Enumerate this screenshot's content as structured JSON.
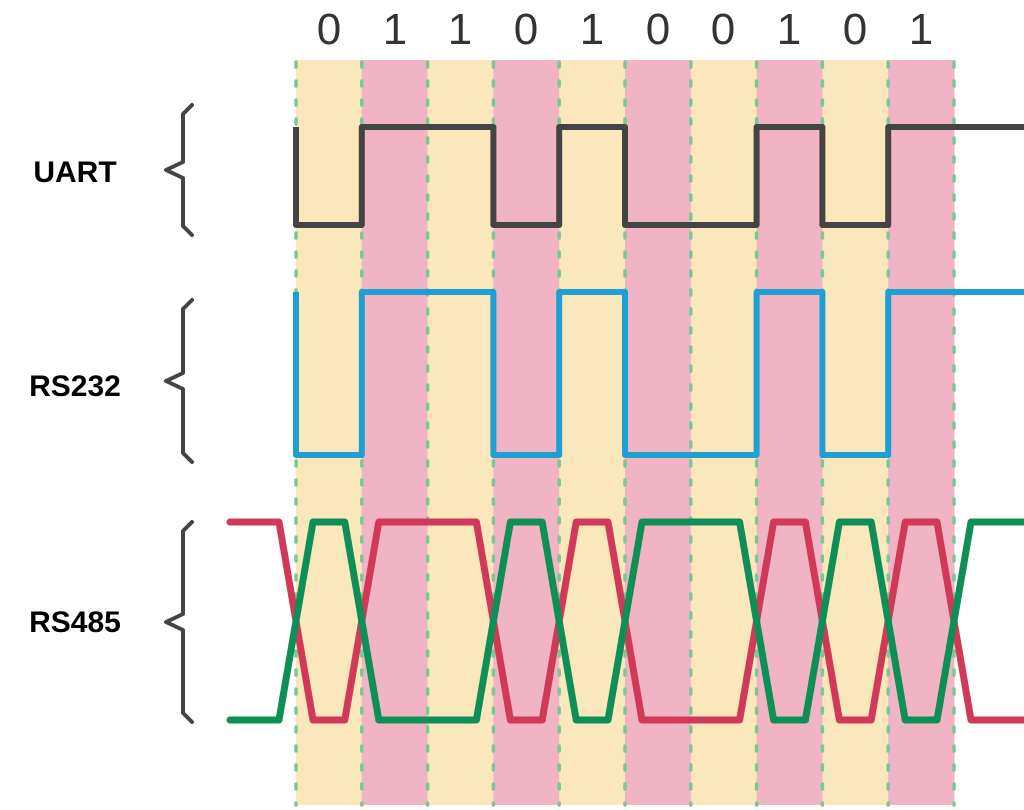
{
  "bits": [
    "0",
    "1",
    "1",
    "0",
    "1",
    "0",
    "0",
    "1",
    "0",
    "1"
  ],
  "signals": [
    {
      "label": "UART",
      "color": "#444444"
    },
    {
      "label": "RS232",
      "color": "#1FA0D2"
    },
    {
      "label": "RS485",
      "color_a": "#D03A58",
      "color_b": "#0E8F55"
    }
  ],
  "colors": {
    "band_even": "#FBE7BC",
    "band_odd": "#F0B4C4",
    "grid": "#7CC795",
    "brace": "#444444"
  }
}
